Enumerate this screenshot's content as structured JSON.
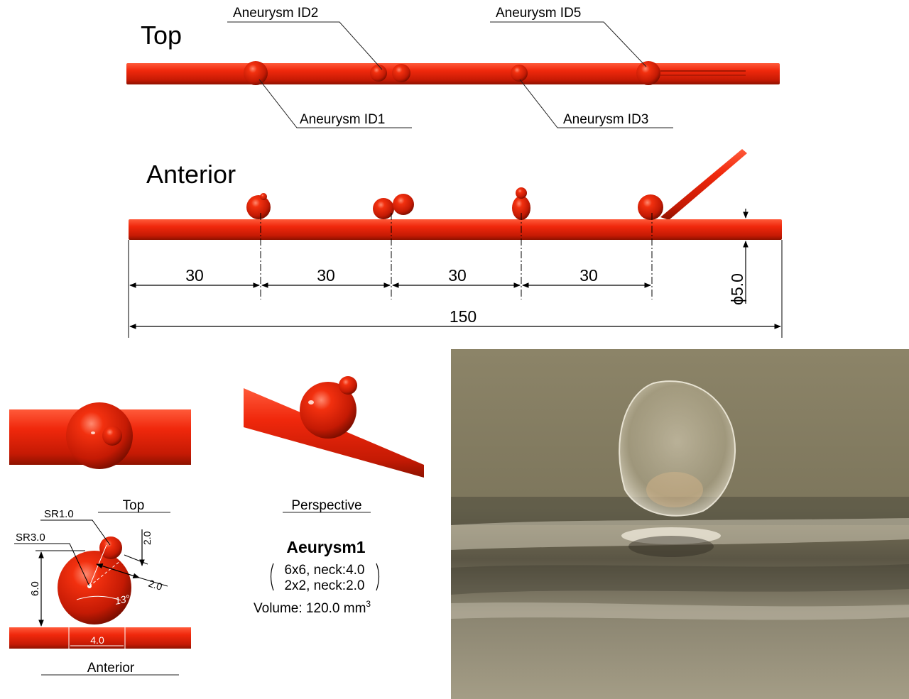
{
  "top_view": {
    "title": "Top",
    "callouts": {
      "id1": "Aneurysm ID1",
      "id2": "Aneurysm ID2",
      "id3": "Aneurysm ID3",
      "id5": "Aneurysm ID5"
    }
  },
  "anterior_view": {
    "title": "Anterior",
    "dimensions": {
      "seg1": "30",
      "seg2": "30",
      "seg3": "30",
      "seg4": "30",
      "total": "150",
      "diameter": "ϕ5.0"
    }
  },
  "detail": {
    "top_label": "Top",
    "anterior_label": "Anterior",
    "perspective_label": "Perspective",
    "sr1": "SR1.0",
    "sr3": "SR3.0",
    "dim_2_0_a": "2.0",
    "dim_2_0_b": "2.0",
    "dim_6_0": "6.0",
    "dim_4_0": "4.0",
    "angle": "13°"
  },
  "spec": {
    "name": "Aeurysm1",
    "line1": "6x6, neck:4.0",
    "line2": "2x2, neck:2.0",
    "volume_prefix": "Volume: 120.0 mm",
    "volume_sup": "3"
  },
  "colors": {
    "vessel": "#e0200a",
    "vessel_dark": "#a01000",
    "photo_bg": "#8a8164"
  }
}
